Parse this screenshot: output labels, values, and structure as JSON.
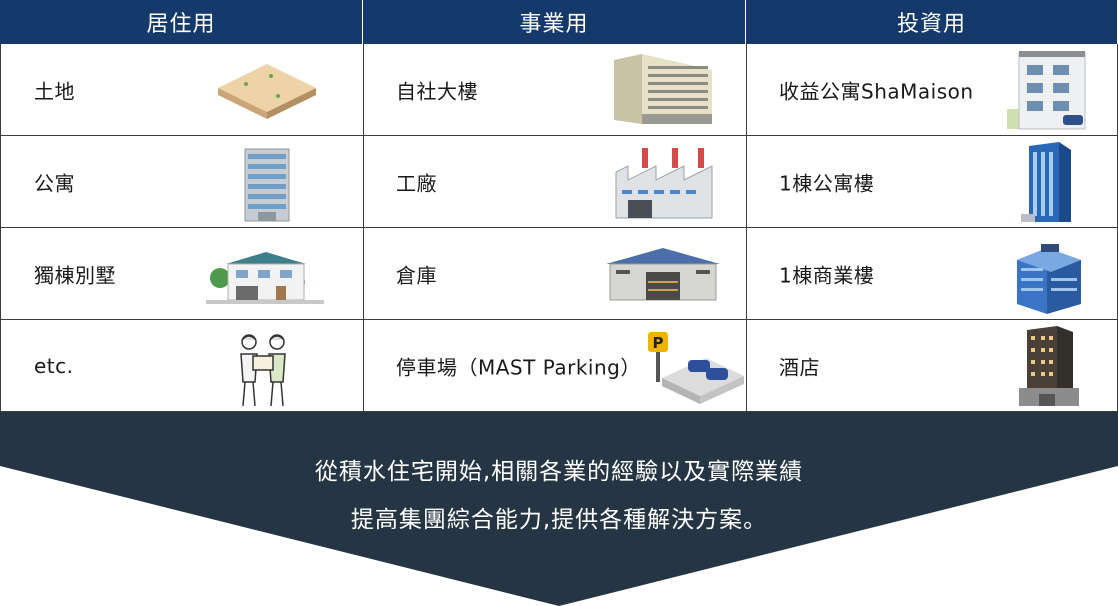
{
  "headers": [
    "居住用",
    "事業用",
    "投資用"
  ],
  "rows": [
    [
      "土地",
      "自社大樓",
      "收益公寓ShaMaison"
    ],
    [
      "公寓",
      "工廠",
      "1棟公寓樓"
    ],
    [
      "獨棟別墅",
      "倉庫",
      "1棟商業樓"
    ],
    [
      "etc.",
      "停車場（MAST Parking）",
      "酒店"
    ]
  ],
  "banner": {
    "line1": "從積水住宅開始,相關各業的經驗以及實際業績",
    "line2": "提高集團綜合能力,提供各種解決方案。"
  },
  "colors": {
    "header_bg": "#14396a",
    "banner_bg": "#263544",
    "text": "#1a1a1a"
  },
  "icons": [
    [
      "land-icon",
      "office-building-icon",
      "rental-apartment-icon"
    ],
    [
      "apartment-icon",
      "factory-icon",
      "apartment-tower-icon"
    ],
    [
      "detached-house-icon",
      "warehouse-icon",
      "commercial-building-icon"
    ],
    [
      "workers-icon",
      "parking-icon",
      "hotel-icon"
    ]
  ]
}
